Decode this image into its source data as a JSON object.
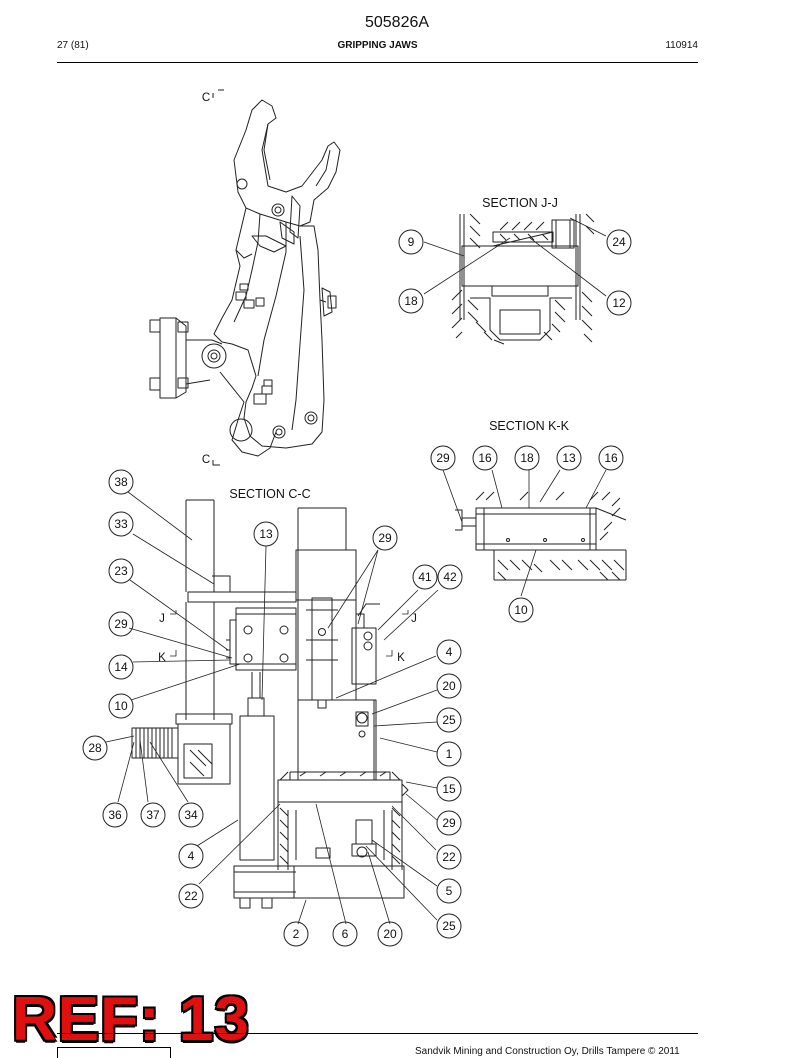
{
  "header": {
    "doc_number": "505826A",
    "page": "27 (81)",
    "title": "GRIPPING JAWS",
    "date_code": "110914"
  },
  "sections": {
    "cc": "SECTION  C-C",
    "jj": "SECTION  J-J",
    "kk": "SECTION  K-K"
  },
  "cut_markers": {
    "c_top": "C",
    "c_bottom": "C",
    "j_left": "J",
    "j_right": "J",
    "k_left": "K",
    "k_right": "K"
  },
  "balloons": {
    "jj_9": "9",
    "jj_24": "24",
    "jj_18": "18",
    "jj_12": "12",
    "kk_29": "29",
    "kk_16a": "16",
    "kk_18": "18",
    "kk_13": "13",
    "kk_16b": "16",
    "kk_10": "10",
    "cc_38": "38",
    "cc_33": "33",
    "cc_13": "13",
    "cc_29a": "29",
    "cc_23": "23",
    "cc_41": "41",
    "cc_42": "42",
    "cc_29b": "29",
    "cc_14": "14",
    "cc_4a": "4",
    "cc_20a": "20",
    "cc_10": "10",
    "cc_25a": "25",
    "cc_28": "28",
    "cc_1": "1",
    "cc_15": "15",
    "cc_36": "36",
    "cc_37": "37",
    "cc_34": "34",
    "cc_29c": "29",
    "cc_4b": "4",
    "cc_22a": "22",
    "cc_22b": "22",
    "cc_5": "5",
    "cc_25b": "25",
    "cc_2": "2",
    "cc_6": "6",
    "cc_20b": "20"
  },
  "footer": {
    "copyright": "Sandvik Mining and Construction Oy, Drills Tampere © 2011"
  },
  "stamp": {
    "ref": "REF: 13"
  }
}
